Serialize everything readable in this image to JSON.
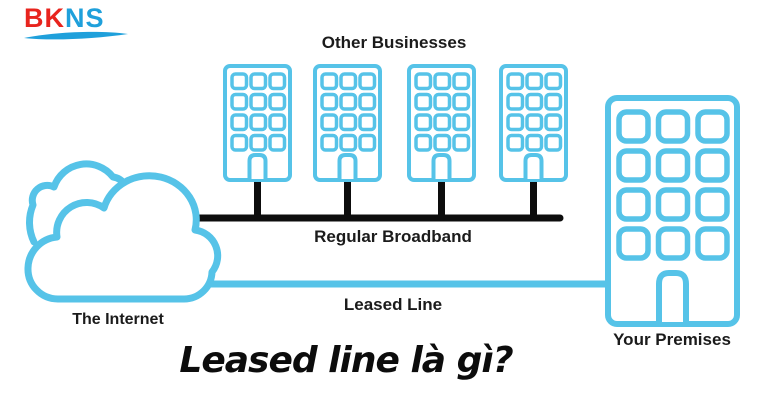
{
  "logo": {
    "bk": "BK",
    "ns": "NS",
    "bk_color": "#e8241e",
    "ns_color": "#1fa0db"
  },
  "diagram": {
    "labels": {
      "other_businesses": "Other Businesses",
      "regular_broadband": "Regular Broadband",
      "leased_line": "Leased Line",
      "the_internet": "The Internet",
      "your_premises": "Your Premises"
    },
    "other_business_building_count": 4,
    "colors": {
      "diagram_blue": "#56c3e8",
      "line_black": "#0d0d0d",
      "label_text": "#1b1b1b"
    },
    "icons": [
      "office-building-icon",
      "internet-cloud-icon",
      "premises-building-icon"
    ]
  },
  "title": "Leased line là gì?"
}
